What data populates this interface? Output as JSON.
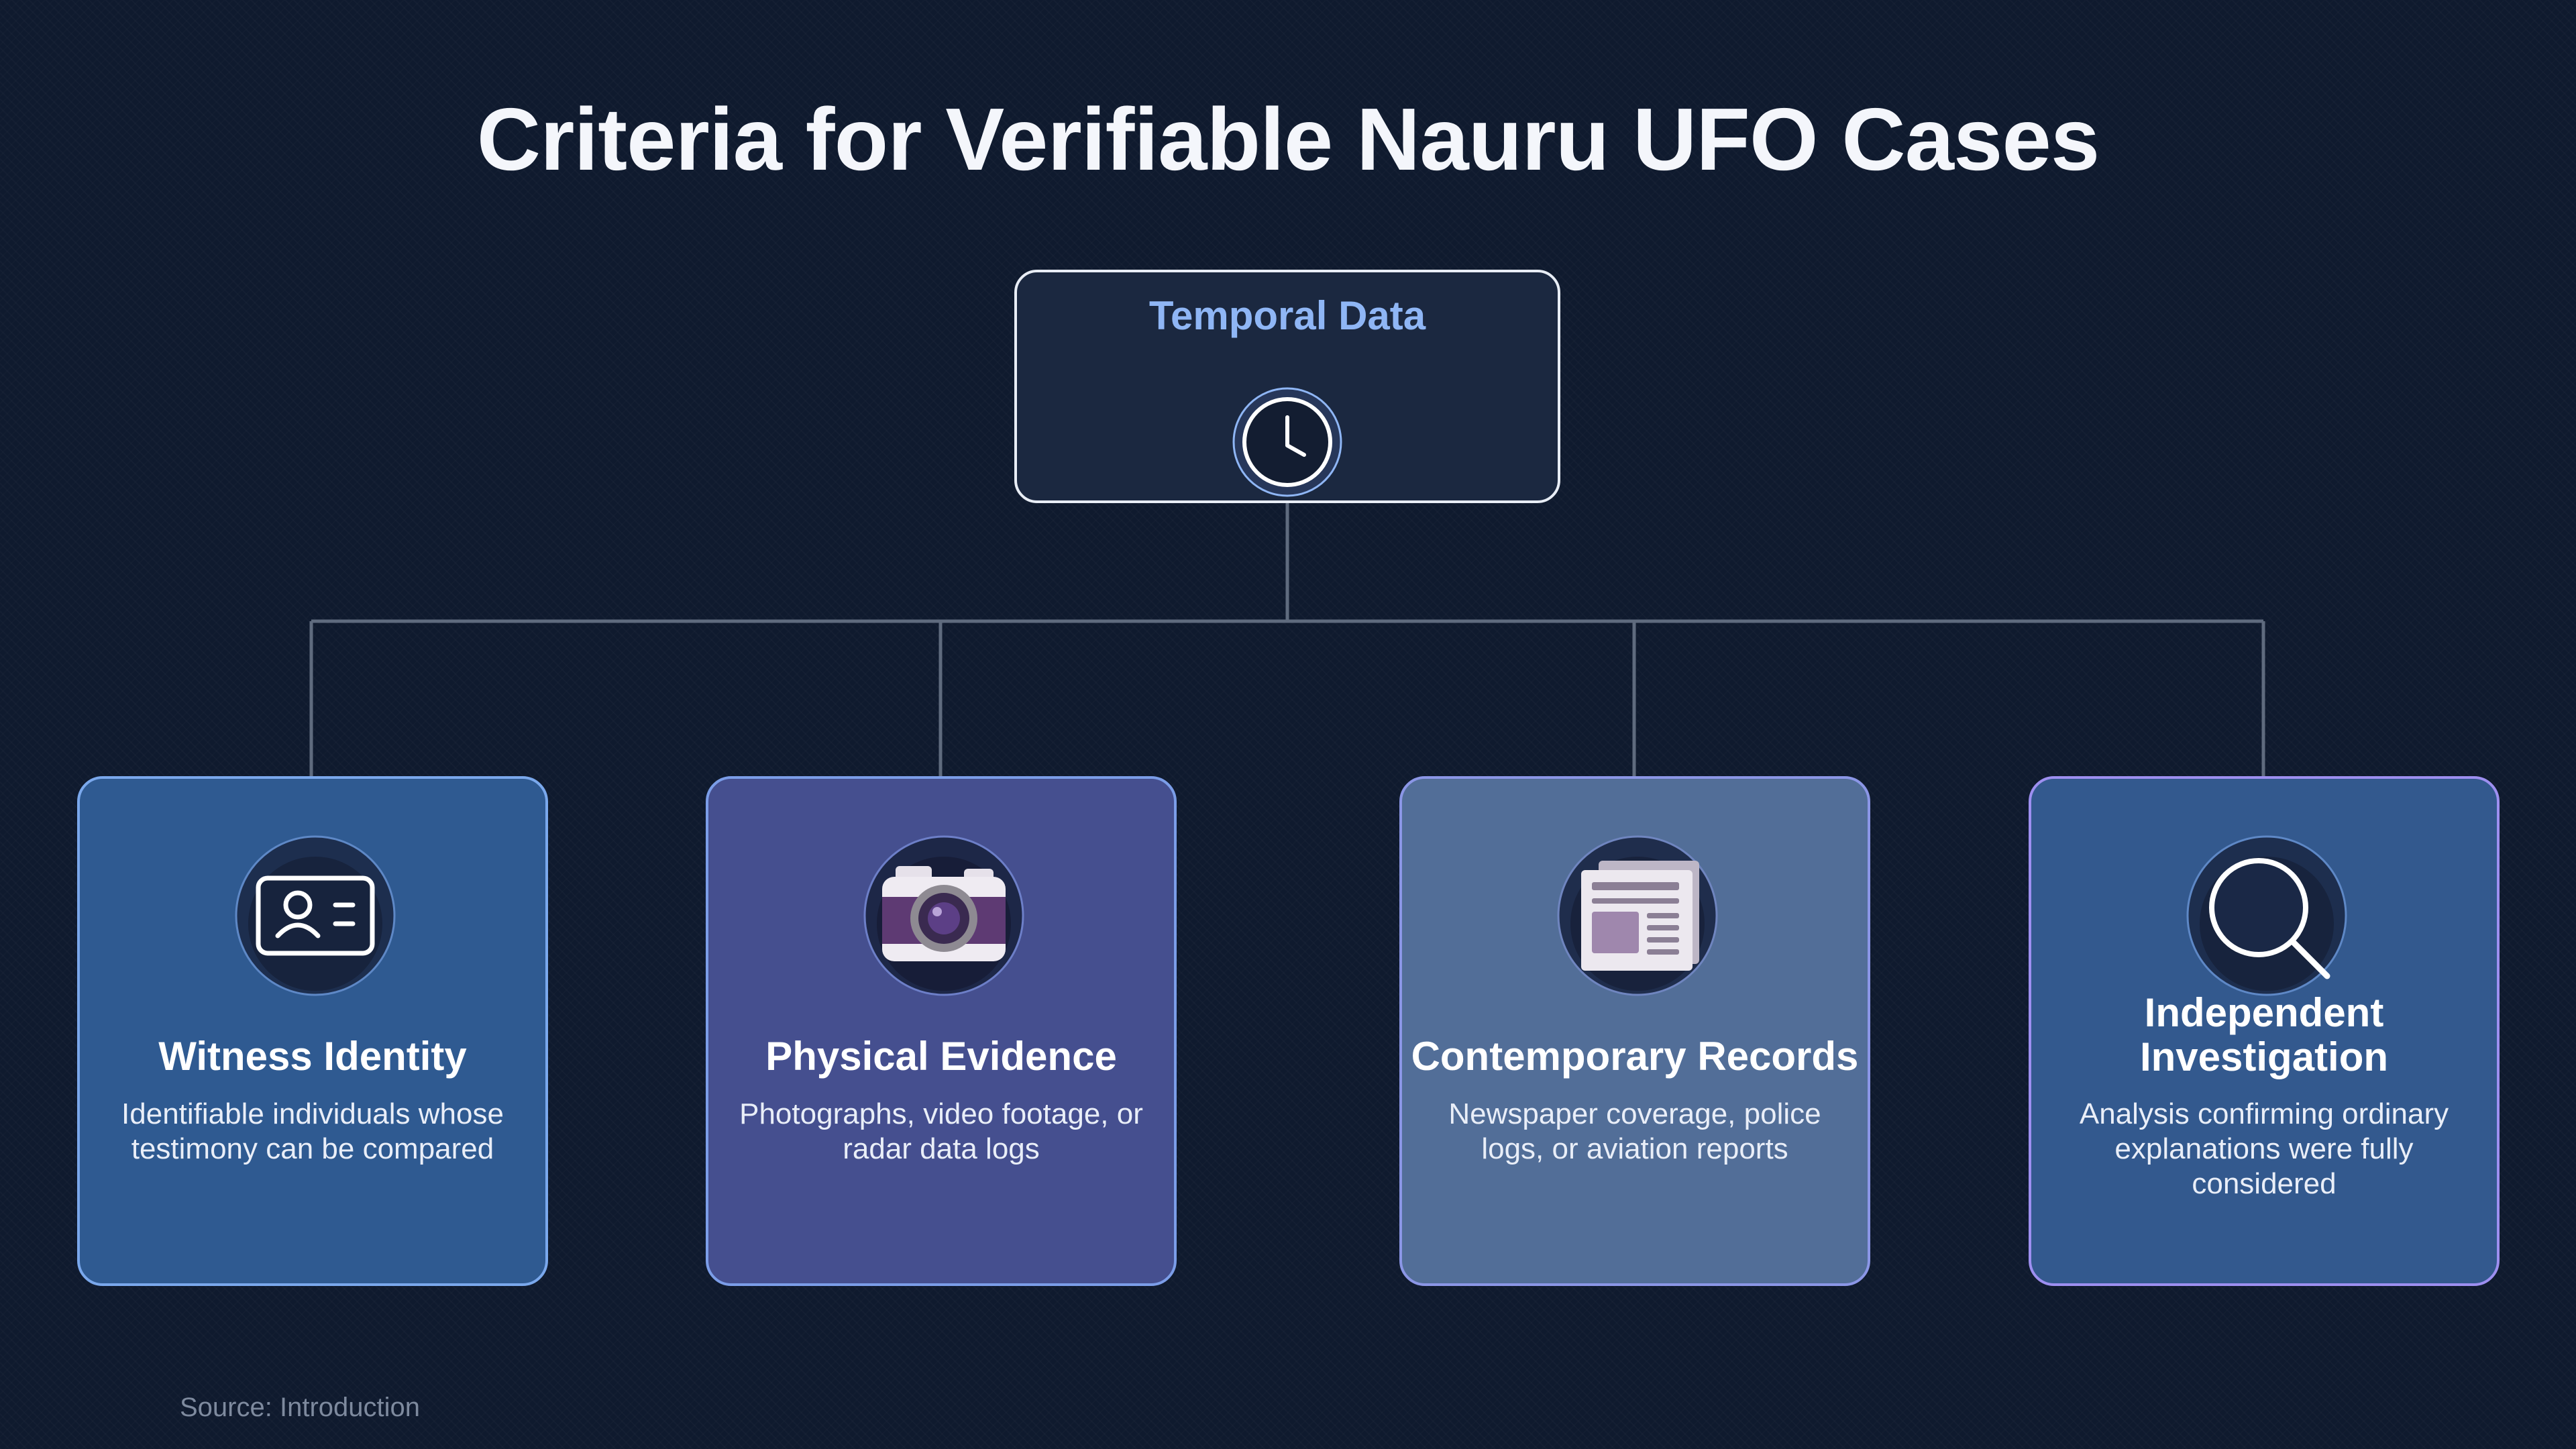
{
  "title": "Criteria for Verifiable Nauru UFO Cases",
  "top_node": {
    "label": "Temporal Data",
    "icon": "clock-icon"
  },
  "cards": [
    {
      "title": "Witness Identity",
      "description": "Identifiable individuals whose testimony can be compared",
      "icon": "id-card-icon",
      "color": "#2f5a91"
    },
    {
      "title": "Physical Evidence",
      "description": "Photographs, video footage, or radar data logs",
      "icon": "camera-icon",
      "color": "#454f8f"
    },
    {
      "title": "Contemporary Records",
      "description": "Newspaper coverage, police logs, or aviation reports",
      "icon": "newspaper-icon",
      "color": "#526e98"
    },
    {
      "title": "Independent Investigation",
      "description": "Analysis confirming ordinary explanations were fully considered",
      "icon": "magnifier-icon",
      "color": "#33598e"
    }
  ],
  "source": "Source: Introduction"
}
